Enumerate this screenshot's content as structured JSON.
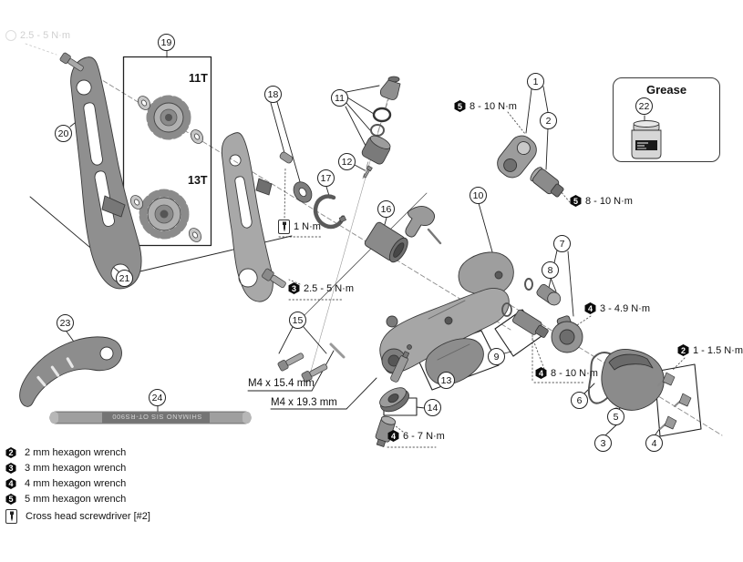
{
  "callouts": [
    "1",
    "2",
    "3",
    "4",
    "5",
    "6",
    "7",
    "8",
    "9",
    "10",
    "11",
    "12",
    "13",
    "14",
    "15",
    "16",
    "17",
    "18",
    "19",
    "20",
    "21",
    "22",
    "23",
    "24"
  ],
  "pulley_box": {
    "top_label": "11T",
    "bottom_label": "13T"
  },
  "grease_box": {
    "title": "Grease"
  },
  "torque_labels": [
    {
      "tool": "5",
      "value": "8 - 10 N·m"
    },
    {
      "tool": "5",
      "value": "8 - 10 N·m"
    },
    {
      "tool": "screwdriver",
      "value": "1 N·m"
    },
    {
      "tool": "3",
      "value": "2.5 - 5 N·m"
    },
    {
      "tool": "4",
      "value": "3 - 4.9 N·m"
    },
    {
      "tool": "4",
      "value": "8 - 10 N·m"
    },
    {
      "tool": "4",
      "value": "6 - 7 N·m"
    },
    {
      "tool": "2",
      "value": "1 - 1.5 N·m"
    },
    {
      "tool": "faint",
      "value": "2.5 - 5 N·m"
    }
  ],
  "dimensions": {
    "screw_a": "M4 x 15.4 mm",
    "screw_b": "M4 x 19.3 mm"
  },
  "cable": {
    "print": "SHIMANO SIS OT-RS900"
  },
  "legend": {
    "items": [
      {
        "tool": "2",
        "label": "2 mm hexagon wrench"
      },
      {
        "tool": "3",
        "label": "3 mm hexagon wrench"
      },
      {
        "tool": "4",
        "label": "4 mm hexagon wrench"
      },
      {
        "tool": "5",
        "label": "5 mm hexagon wrench"
      },
      {
        "tool": "screwdriver",
        "label": "Cross head screwdriver [#2]"
      }
    ]
  },
  "colors": {
    "line": "#222222",
    "part_gray": "#9a9a9a",
    "background": "#ffffff"
  }
}
